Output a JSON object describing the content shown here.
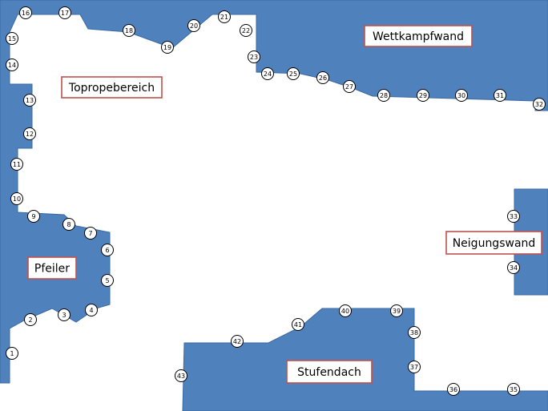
{
  "colors": {
    "wall": "#4f81bd",
    "label_border": "#c0504d",
    "background": "#ffffff"
  },
  "areas": [
    {
      "key": "wettkampfwand",
      "label": "Wettkampfwand"
    },
    {
      "key": "topropebereich",
      "label": "Topropebereich"
    },
    {
      "key": "pfeiler",
      "label": "Pfeiler"
    },
    {
      "key": "neigungswand",
      "label": "Neigungswand"
    },
    {
      "key": "stufendach",
      "label": "Stufendach"
    }
  ],
  "route_numbers": [
    "1",
    "2",
    "3",
    "4",
    "5",
    "6",
    "7",
    "8",
    "9",
    "10",
    "11",
    "12",
    "13",
    "14",
    "15",
    "16",
    "17",
    "18",
    "19",
    "20",
    "21",
    "22",
    "23",
    "24",
    "25",
    "26",
    "27",
    "28",
    "29",
    "30",
    "31",
    "32",
    "33",
    "34",
    "35",
    "36",
    "37",
    "38",
    "39",
    "40",
    "41",
    "42",
    "43"
  ]
}
